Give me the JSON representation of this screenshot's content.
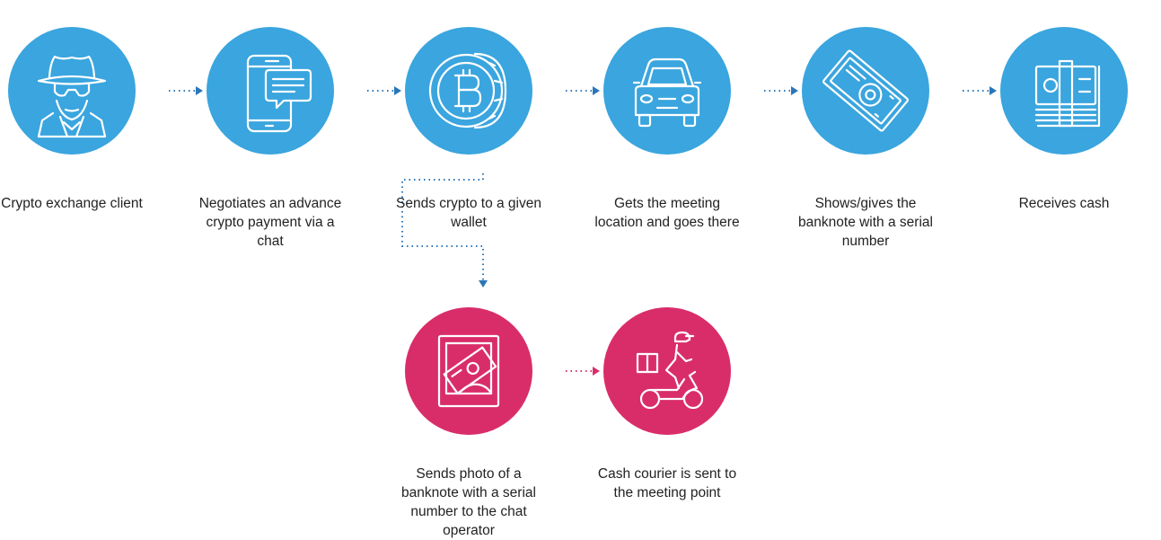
{
  "colors": {
    "blue": "#3aa5de",
    "pink": "#d92d6a",
    "blue_arrow": "#2a76b8",
    "pink_arrow": "#d92d6a"
  },
  "steps": [
    {
      "id": "client",
      "icon": "spy-icon",
      "label": "Crypto exchange client"
    },
    {
      "id": "negotiate",
      "icon": "phone-chat-icon",
      "label": "Negotiates an advance crypto payment via a chat"
    },
    {
      "id": "send-crypto",
      "icon": "bitcoin-coin-icon",
      "label": "Sends crypto to a given wallet"
    },
    {
      "id": "meeting",
      "icon": "car-icon",
      "label": "Gets the meeting location and goes there"
    },
    {
      "id": "banknote",
      "icon": "banknote-icon",
      "label": "Shows/gives the banknote with a serial number"
    },
    {
      "id": "cash",
      "icon": "cash-stack-icon",
      "label": "Receives cash"
    },
    {
      "id": "photo",
      "icon": "banknote-photo-icon",
      "label": "Sends photo of a banknote with a serial number to the chat operator"
    },
    {
      "id": "courier",
      "icon": "courier-scooter-icon",
      "label": "Cash courier is sent to the meeting point"
    }
  ]
}
